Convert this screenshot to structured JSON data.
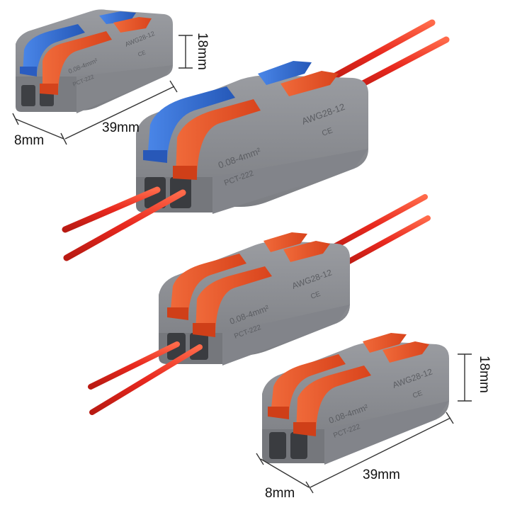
{
  "product": {
    "model": "PCT-222",
    "wire_range": "0.08-4mm²",
    "awg": "AWG28-12",
    "mark": "CE"
  },
  "dimensions": {
    "top": {
      "height": "18mm",
      "width": "8mm",
      "length": "39mm"
    },
    "bottom": {
      "height": "18mm",
      "width": "8mm",
      "length": "39mm"
    }
  },
  "colors": {
    "housing": "#8b8d92",
    "housing_dark": "#6f7176",
    "housing_light": "#a3a5aa",
    "lever_orange": "#e8552a",
    "lever_blue": "#2f6fd6",
    "wire": "#e8281e",
    "background": "#ffffff"
  },
  "connectors": [
    {
      "name": "small-connector-top-left",
      "levers": [
        "blue",
        "orange"
      ],
      "wired": false
    },
    {
      "name": "large-connector-with-wires",
      "levers": [
        "blue",
        "orange"
      ],
      "wired": true
    },
    {
      "name": "connector-with-wires-orange",
      "levers": [
        "orange",
        "orange"
      ],
      "wired": true
    },
    {
      "name": "connector-bottom-right",
      "levers": [
        "orange",
        "orange"
      ],
      "wired": false
    }
  ]
}
